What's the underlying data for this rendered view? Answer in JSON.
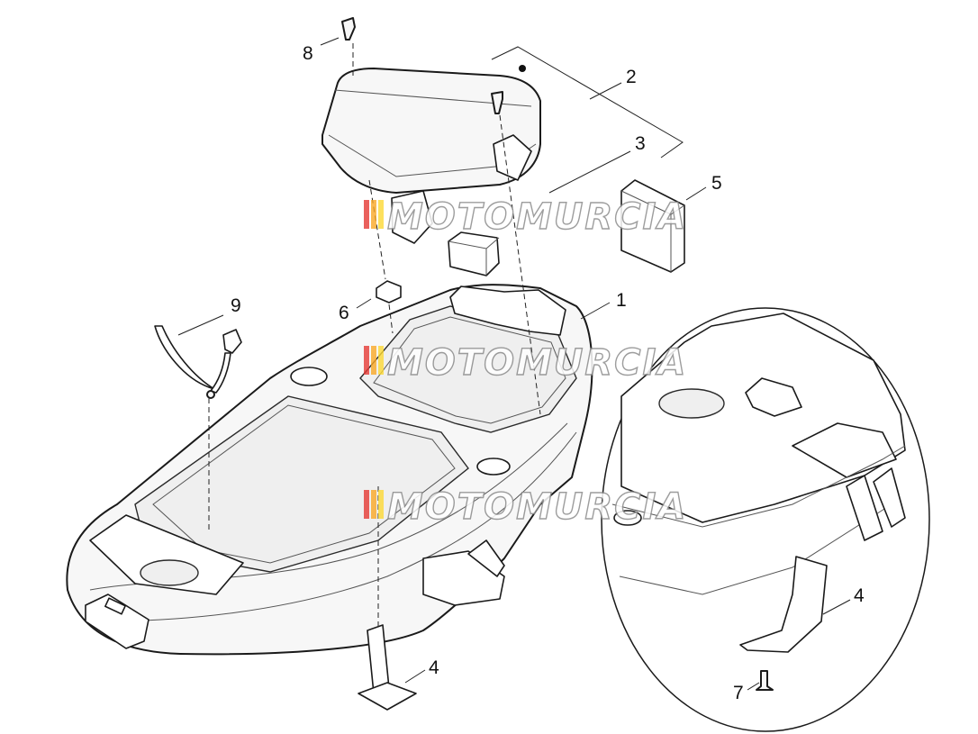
{
  "callouts": [
    {
      "id": "c1",
      "label": "1"
    },
    {
      "id": "c2",
      "label": "2"
    },
    {
      "id": "c3",
      "label": "3"
    },
    {
      "id": "c4a",
      "label": "4"
    },
    {
      "id": "c4b",
      "label": "4"
    },
    {
      "id": "c5",
      "label": "5"
    },
    {
      "id": "c6",
      "label": "6"
    },
    {
      "id": "c7",
      "label": "7"
    },
    {
      "id": "c8",
      "label": "8"
    },
    {
      "id": "c9",
      "label": "9"
    }
  ],
  "watermark": {
    "text": "MOTOMURCIA",
    "stripe_colors": [
      "#e53935",
      "#f9a825",
      "#fdd835"
    ]
  }
}
